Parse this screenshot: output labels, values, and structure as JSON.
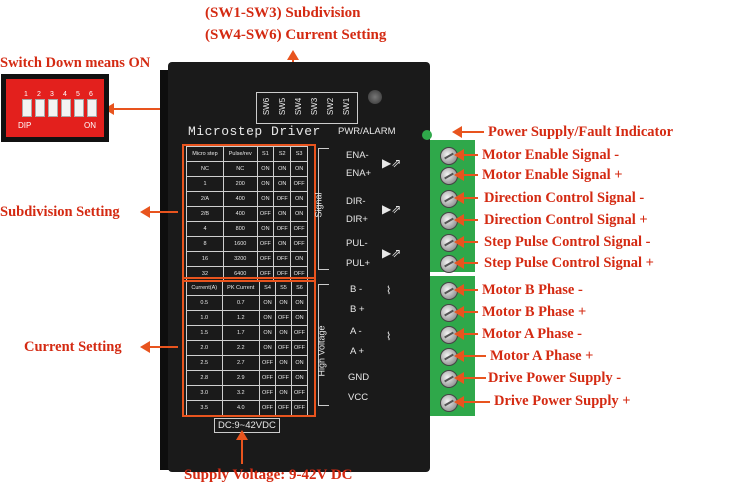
{
  "top_labels": {
    "line1": "(SW1-SW3) Subdivision",
    "line2": "(SW4-SW6) Current Setting"
  },
  "switch_note": "Switch Down means ON",
  "dip": {
    "numbers": [
      "1",
      "2",
      "3",
      "4",
      "5",
      "6"
    ],
    "dip_text": "DIP",
    "on_text": "ON"
  },
  "left_labels": {
    "subdivision": "Subdivision Setting",
    "current": "Current Setting"
  },
  "bottom_label": "Supply Voltage: 9-42V DC",
  "driver": {
    "title": "Microstep Driver",
    "sw_labels": [
      "SW6",
      "SW5",
      "SW4",
      "SW3",
      "SW2",
      "SW1"
    ],
    "pwr_alarm": "PWR/ALARM",
    "signal_text": "Signal",
    "high_voltage_text": "High Voltage",
    "dc_label": "DC:9~42VDC",
    "signals": [
      "ENA-",
      "ENA+",
      "DIR-",
      "DIR+",
      "PUL-",
      "PUL+"
    ],
    "power": [
      "B -",
      "B +",
      "A -",
      "A +",
      "GND",
      "VCC"
    ]
  },
  "subdivision_table": {
    "headers": [
      "Micro step",
      "Pulse/rev",
      "S1",
      "S2",
      "S3"
    ],
    "rows": [
      [
        "NC",
        "NC",
        "ON",
        "ON",
        "ON"
      ],
      [
        "1",
        "200",
        "ON",
        "ON",
        "OFF"
      ],
      [
        "2/A",
        "400",
        "ON",
        "OFF",
        "ON"
      ],
      [
        "2/B",
        "400",
        "OFF",
        "ON",
        "ON"
      ],
      [
        "4",
        "800",
        "ON",
        "OFF",
        "OFF"
      ],
      [
        "8",
        "1600",
        "OFF",
        "ON",
        "OFF"
      ],
      [
        "16",
        "3200",
        "OFF",
        "OFF",
        "ON"
      ],
      [
        "32",
        "6400",
        "OFF",
        "OFF",
        "OFF"
      ]
    ]
  },
  "current_table": {
    "headers": [
      "Current(A)",
      "PK Current",
      "S4",
      "S5",
      "S6"
    ],
    "rows": [
      [
        "0.5",
        "0.7",
        "ON",
        "ON",
        "ON"
      ],
      [
        "1.0",
        "1.2",
        "ON",
        "OFF",
        "ON"
      ],
      [
        "1.5",
        "1.7",
        "ON",
        "ON",
        "OFF"
      ],
      [
        "2.0",
        "2.2",
        "ON",
        "OFF",
        "OFF"
      ],
      [
        "2.5",
        "2.7",
        "OFF",
        "ON",
        "ON"
      ],
      [
        "2.8",
        "2.9",
        "OFF",
        "OFF",
        "ON"
      ],
      [
        "3.0",
        "3.2",
        "OFF",
        "ON",
        "OFF"
      ],
      [
        "3.5",
        "4.0",
        "OFF",
        "OFF",
        "OFF"
      ]
    ]
  },
  "right_labels": [
    "Power Supply/Fault Indicator",
    "Motor Enable Signal -",
    "Motor Enable Signal +",
    "Direction Control Signal -",
    "Direction Control Signal +",
    "Step Pulse Control Signal -",
    "Step Pulse Control Signal +",
    "Motor B Phase -",
    "Motor B Phase +",
    "Motor A Phase -",
    "Motor A Phase +",
    "Drive Power Supply -",
    "Drive Power Supply +"
  ],
  "colors": {
    "label_red": "#d42a12",
    "arrow_orange": "#e8541e",
    "terminal_green": "#2fa84a",
    "driver_black": "#1a1a1a"
  }
}
